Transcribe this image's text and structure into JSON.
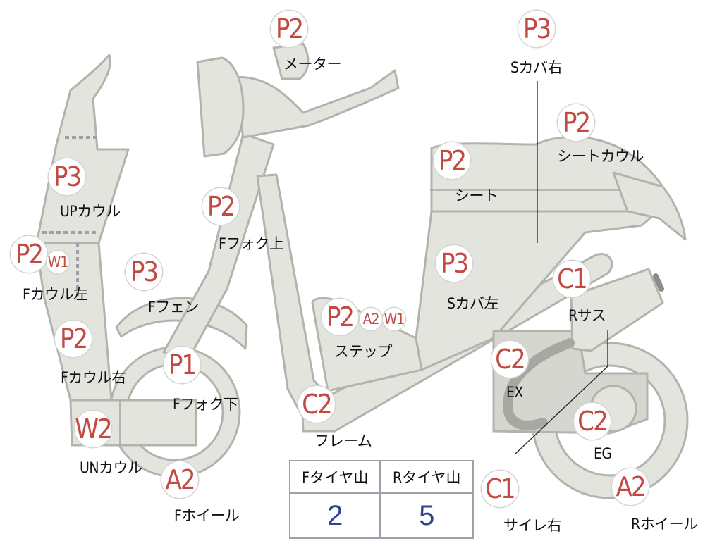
{
  "parts": {
    "meter": {
      "grade": "P2",
      "label": "メーター"
    },
    "side_cover_right": {
      "grade": "P3",
      "label": "Sカバ右"
    },
    "seat_cowl": {
      "grade": "P2",
      "label": "シートカウル"
    },
    "seat": {
      "grade": "P2",
      "label": "シート"
    },
    "upper_cowl": {
      "grade": "P3",
      "label": "UPカウル"
    },
    "front_fork_upper": {
      "grade": "P2",
      "label": "Fフォク上"
    },
    "front_cowl_left": {
      "grade": "P2",
      "grade2": "W1",
      "label": "Fカウル左"
    },
    "front_fender": {
      "grade": "P3",
      "label": "Fフェン"
    },
    "side_cover_left": {
      "grade": "P3",
      "label": "Sカバ左"
    },
    "step": {
      "grade": "P2",
      "grade2": "A2",
      "grade3": "W1",
      "label": "ステップ"
    },
    "rear_suspension": {
      "grade": "C1",
      "label": "Rサス"
    },
    "front_cowl_right": {
      "grade": "P2",
      "label": "Fカウル右"
    },
    "front_fork_lower": {
      "grade": "P1",
      "label": "Fフォク下"
    },
    "exhaust": {
      "grade": "C2",
      "label": "EX"
    },
    "frame": {
      "grade": "C2",
      "label": "フレーム"
    },
    "under_cowl": {
      "grade": "W2",
      "label": "UNカウル"
    },
    "engine": {
      "grade": "C2",
      "label": "EG"
    },
    "front_wheel": {
      "grade": "A2",
      "label": "Fホイール"
    },
    "silencer_right": {
      "grade": "C1",
      "label": "サイレ右"
    },
    "rear_wheel": {
      "grade": "A2",
      "label": "Rホイール"
    }
  },
  "tread_table": {
    "headers": [
      "Fタイヤ山",
      "Rタイヤ山"
    ],
    "values": [
      "2",
      "5"
    ]
  },
  "colors": {
    "grade_text": "#c24a43",
    "table_value": "#2b4591",
    "part_fill": "#e4e4df",
    "part_stroke": "#b3b3ad",
    "table_border": "#9ea0aa"
  }
}
